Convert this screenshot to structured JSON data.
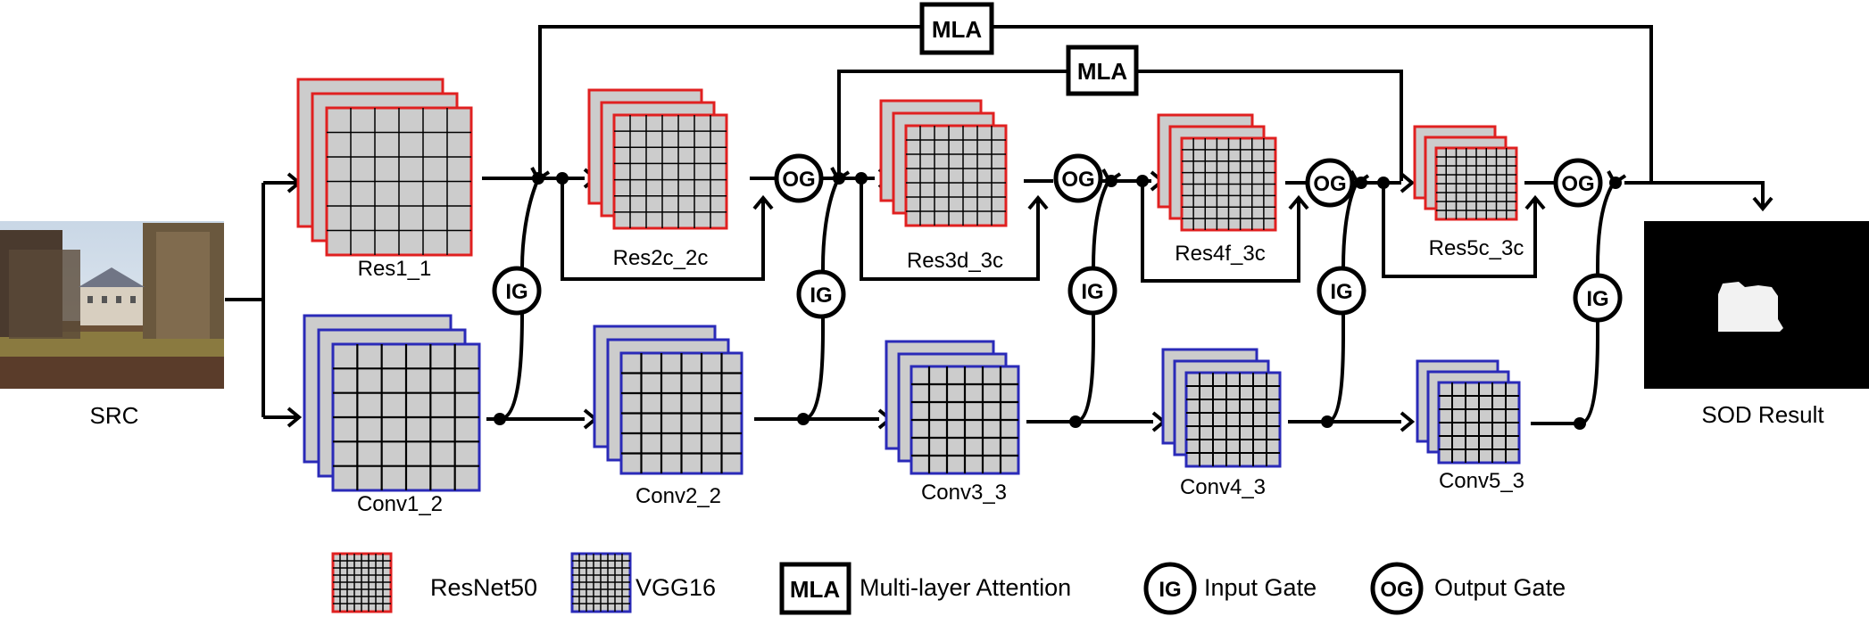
{
  "src_label": "SRC",
  "result_label": "SOD Result",
  "resnet_blocks": [
    {
      "label": "Res1_1"
    },
    {
      "label": "Res2c_2c"
    },
    {
      "label": "Res3d_3c"
    },
    {
      "label": "Res4f_3c"
    },
    {
      "label": "Res5c_3c"
    }
  ],
  "vgg_blocks": [
    {
      "label": "Conv1_2"
    },
    {
      "label": "Conv2_2"
    },
    {
      "label": "Conv3_3"
    },
    {
      "label": "Conv4_3"
    },
    {
      "label": "Conv5_3"
    }
  ],
  "gates": {
    "input": "IG",
    "output": "OG",
    "attention": "MLA"
  },
  "legend": {
    "resnet": "ResNet50",
    "vgg": "VGG16",
    "mla_badge": "MLA",
    "mla": "Multi-layer Attention",
    "ig_badge": "IG",
    "ig": "Input Gate",
    "og_badge": "OG",
    "og": "Output Gate"
  },
  "colors": {
    "resnet_border": "#e02020",
    "vgg_border": "#2a2ab8",
    "block_fill": "#cccccc",
    "line": "#000000"
  }
}
